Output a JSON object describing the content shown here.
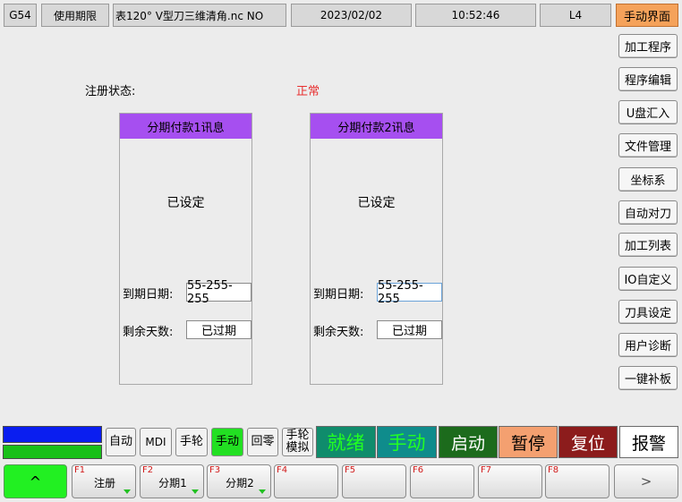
{
  "topbar": {
    "coord": "G54",
    "period": "使用期限",
    "file": "表120° V型刀三维清角.nc NO",
    "date": "2023/02/02",
    "time": "10:52:46",
    "level": "L4",
    "mode": "手动界面"
  },
  "register": {
    "label": "注册状态:",
    "value": "正常",
    "value_color": "#e83030"
  },
  "panels": [
    {
      "title": "分期付款1讯息",
      "status": "已设定",
      "expiry_label": "到期日期:",
      "expiry_value": "55-255-255",
      "remaining_label": "剩余天数:",
      "remaining_value": "已过期"
    },
    {
      "title": "分期付款2讯息",
      "status": "已设定",
      "expiry_label": "到期日期:",
      "expiry_value": "55-255-255",
      "remaining_label": "剩余天数:",
      "remaining_value": "已过期"
    }
  ],
  "sidebar": [
    "加工程序",
    "程序编辑",
    "U盘汇入",
    "文件管理",
    "坐标系",
    "自动对刀",
    "加工列表",
    "IO自定义",
    "刀具设定",
    "用户诊断",
    "一键补板"
  ],
  "modes": {
    "auto": "自动",
    "mdi": "MDI",
    "handwheel": "手轮",
    "manual": "手动",
    "home": "回零",
    "hw_sim_1": "手轮",
    "hw_sim_2": "模拟"
  },
  "status": {
    "ready": "就绪",
    "manual": "手动",
    "start": "启动",
    "pause": "暂停",
    "reset": "复位",
    "alarm": "报警"
  },
  "fkeys": {
    "up": "^",
    "f1_num": "F1",
    "f1_label": "注册",
    "f2_num": "F2",
    "f2_label": "分期1",
    "f3_num": "F3",
    "f3_label": "分期2",
    "f4_num": "F4",
    "f5_num": "F5",
    "f6_num": "F6",
    "f7_num": "F7",
    "f8_num": "F8",
    "next": ">"
  },
  "colors": {
    "accent_orange": "#f5a25a",
    "panel_header": "#a64ff0",
    "active_green": "#22e022",
    "ready_bg": "#0f8c6c",
    "ready_fg": "#22ff22",
    "manual_bg": "#0f8c8c",
    "manual_fg": "#22ff22",
    "start_bg": "#1c6b1c",
    "pause_bg": "#f4a070",
    "reset_bg": "#8c1c1c",
    "progress_blue": "#0a1ef0",
    "progress_green": "#18c018"
  }
}
